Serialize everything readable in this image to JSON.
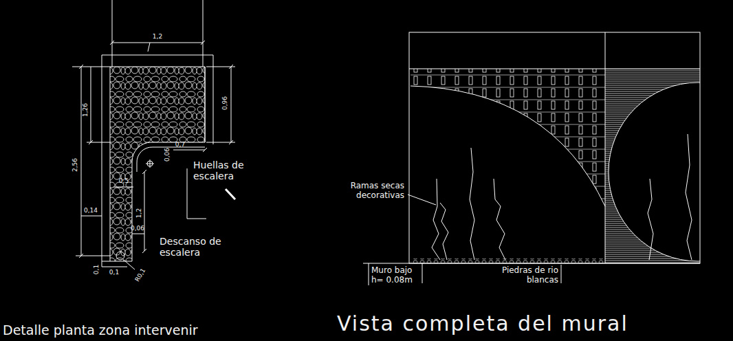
{
  "diagram": {
    "labels": [
      "1,2",
      "1,26",
      "2,56",
      "0,96",
      "0,7",
      "0,06",
      "0,5",
      "1,2",
      "0,14",
      "0,06",
      "0,1",
      "0,1",
      "R0,1",
      "Huellas de escalera",
      "Descanso de escalera",
      "Detalle planta zona intervenir",
      "Ramas secas decorativas",
      "Muro bajo h= 0.08m",
      "Piedras de rio blancas",
      "Vista completa del mural"
    ]
  }
}
